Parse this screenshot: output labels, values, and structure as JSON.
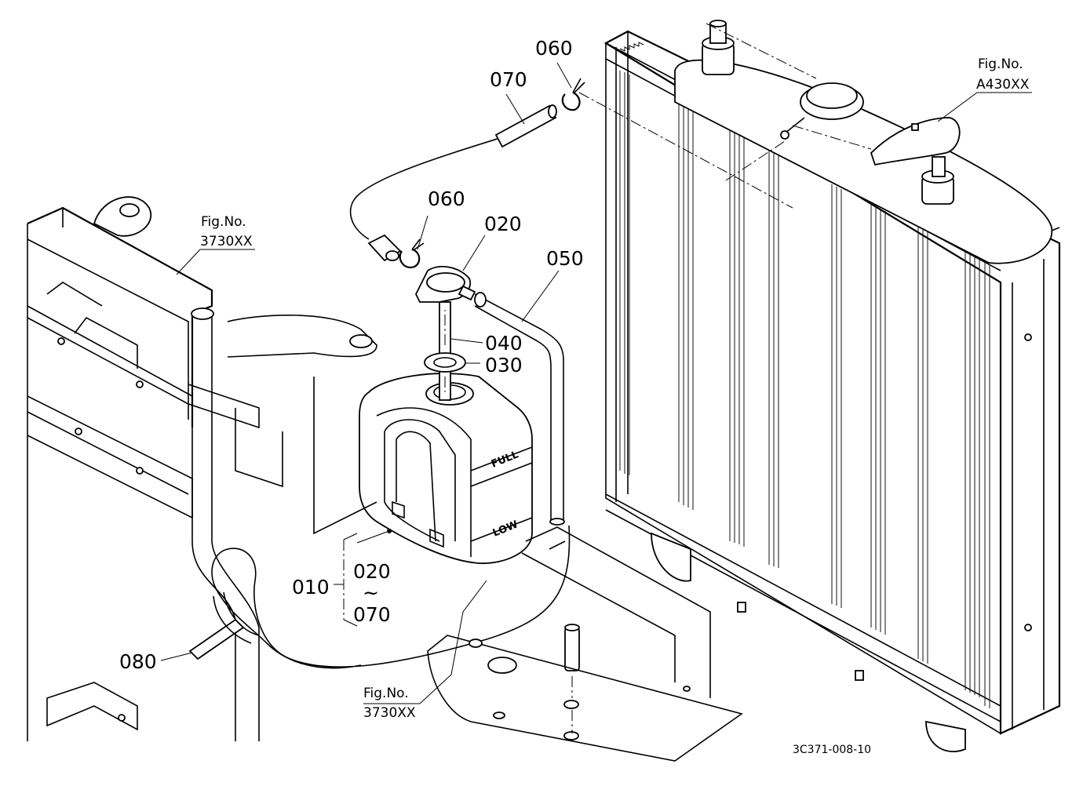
{
  "parts": {
    "p060_top": "060",
    "p070": "070",
    "p060_mid": "060",
    "p020": "020",
    "p050": "050",
    "p040": "040",
    "p030": "030",
    "p010": "010",
    "p020_range": "020",
    "range_tilde": "~",
    "p070_range": "070",
    "p080": "080"
  },
  "fig_refs": {
    "radiator": {
      "caption": "Fig.No.",
      "number": "A430XX"
    },
    "frame": {
      "caption": "Fig.No.",
      "number": "3730XX"
    },
    "plate": {
      "caption": "Fig.No.",
      "number": "3730XX"
    }
  },
  "tank_marks": {
    "full": "FULL",
    "low": "LOW"
  },
  "drawing_code": "3C371-008-10"
}
